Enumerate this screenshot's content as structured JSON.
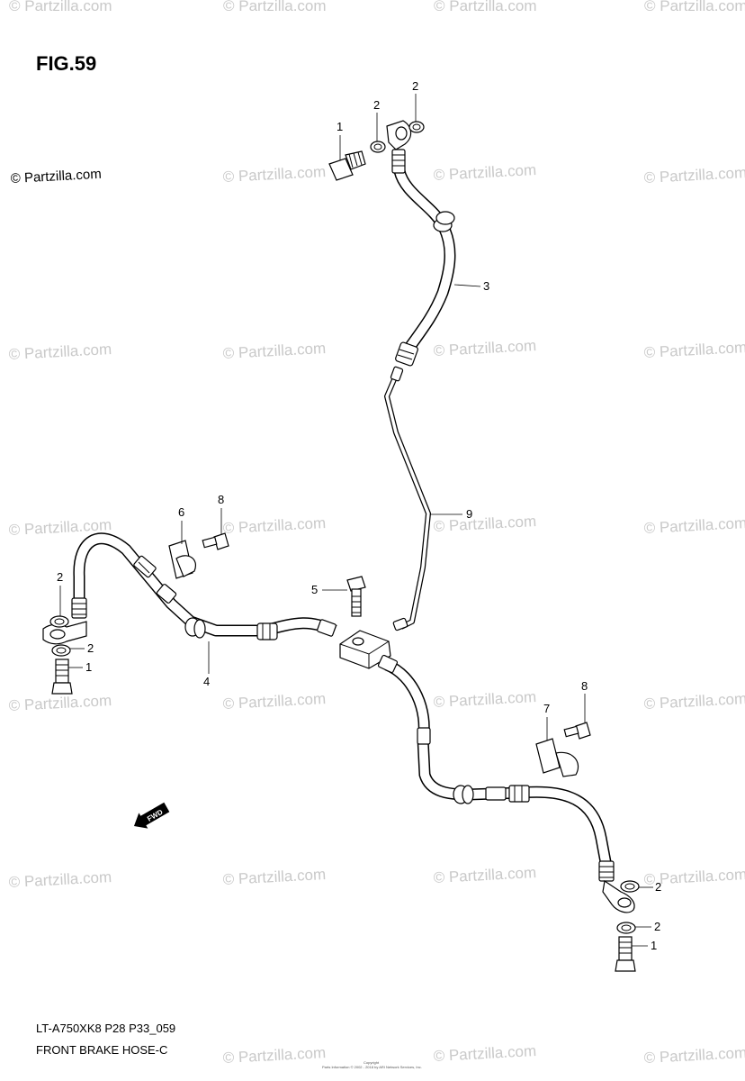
{
  "figure": {
    "title": "FIG.59",
    "copyright": "© Partzilla.com"
  },
  "watermark": "© Partzilla.com",
  "callouts": {
    "c1_top": "1",
    "c2_top_a": "2",
    "c2_top_b": "2",
    "c3": "3",
    "c9": "9",
    "c6": "6",
    "c8_left": "8",
    "c5": "5",
    "c2_left_a": "2",
    "c2_left_b": "2",
    "c1_left": "1",
    "c4": "4",
    "c7": "7",
    "c8_right": "8",
    "c2_right_a": "2",
    "c2_right_b": "2",
    "c1_right": "1"
  },
  "fwd_label": "FWD",
  "footer": {
    "model_code": "LT-A750XK8 P28 P33_059",
    "caption": "FRONT BRAKE  HOSE-C",
    "fine_print_1": "Copyright",
    "fine_print_2": "Parts Information © 2002 - 2018 by ARI Network Services, Inc."
  }
}
